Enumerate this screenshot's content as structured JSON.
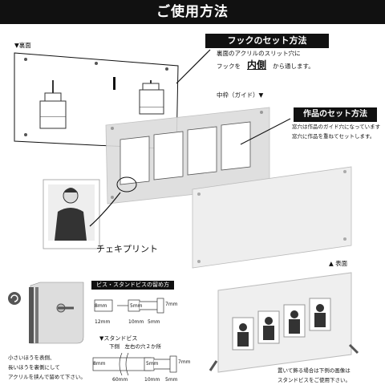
{
  "title": "ご使用方法",
  "back_label": "▼裏面",
  "hook_section": {
    "heading": "フックのセット方法",
    "line1": "裏面のアクリルのスリット穴に",
    "line2_prefix": "フックを",
    "keyword": "内側",
    "line2_suffix": "から通します。"
  },
  "middle_frame_label": "中枠（ガイド）▼",
  "work_section": {
    "heading": "作品のセット方法",
    "line1": "窓穴は作品のガイド穴になっています",
    "line2": "窓穴に作品を重ねてセットします。"
  },
  "cheki_label": "チェキプリント",
  "front_label": "▲ 表面",
  "screw_section": {
    "heading": "ビス・スタンドビスの留め方",
    "dims_top": [
      "8mm",
      "5mm",
      "7mm",
      "12mm",
      "10mm",
      "5mm"
    ],
    "stand_title": "▼スタンドビス",
    "stand_sub": "下側　左右の穴２か所",
    "dims_bottom": [
      "8mm",
      "5mm",
      "7mm",
      "60mm",
      "10mm",
      "5mm"
    ]
  },
  "caption_left": [
    "小さいほうを表側、",
    "長いほうを裏側にして",
    "アクリルを挟んで留めて下さい。"
  ],
  "caption_right": [
    "置いて飾る場合は下例の画像は",
    "スタンドビスをご使用下さい。"
  ],
  "colors": {
    "bar": "#111111",
    "acrylic": "#eeeeee",
    "frame": "#dcdcdc"
  }
}
